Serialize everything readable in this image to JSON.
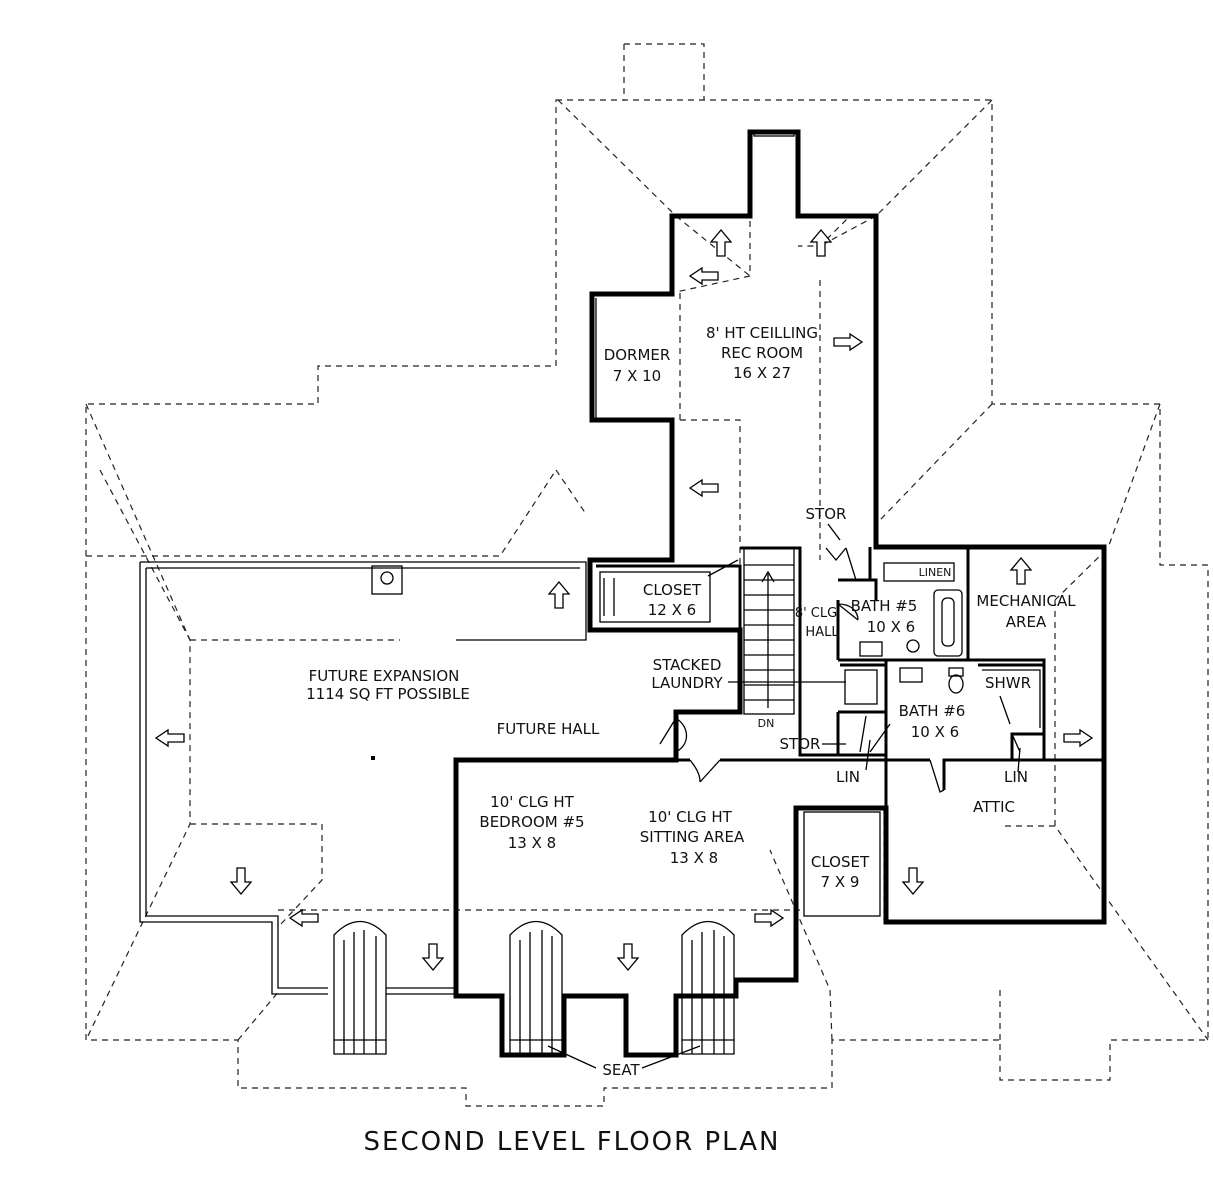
{
  "plan": {
    "title": "SECOND LEVEL FLOOR PLAN",
    "rooms": {
      "rec_room": [
        "8' HT CEILLING",
        "REC ROOM",
        "16 X 27"
      ],
      "dormer": [
        "DORMER",
        "7 X 10"
      ],
      "closet_upper": [
        "CLOSET",
        "12 X 6"
      ],
      "hall": [
        "8' CLG",
        "HALL"
      ],
      "stor_top": "STOR",
      "linen": "LINEN",
      "bath5": [
        "BATH #5",
        "10 X 6"
      ],
      "mechanical": [
        "MECHANICAL",
        "AREA"
      ],
      "future_expansion": [
        "FUTURE EXPANSION",
        "1114 SQ FT POSSIBLE"
      ],
      "future_hall": "FUTURE HALL",
      "stacked_laundry": [
        "STACKED",
        "LAUNDRY"
      ],
      "dn": "DN",
      "stor_bottom": "STOR",
      "bath6": [
        "BATH #6",
        "10 X 6"
      ],
      "shwr": "SHWR",
      "lin_left": "LIN",
      "lin_right": "LIN",
      "attic": "ATTIC",
      "bedroom5": [
        "10' CLG HT",
        "BEDROOM #5",
        "13 X 8"
      ],
      "sitting_area": [
        "10' CLG HT",
        "SITTING AREA",
        "13 X 8"
      ],
      "closet_lower": [
        "CLOSET",
        "7 X 9"
      ],
      "seat": "SEAT"
    }
  }
}
